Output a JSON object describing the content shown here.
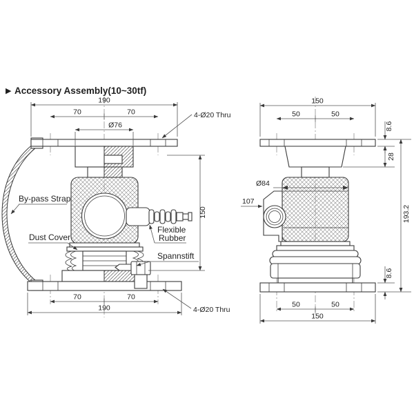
{
  "title": {
    "marker": "▶",
    "text": "Accessory Assembly(10~30tf)"
  },
  "colors": {
    "line": "#3a3a3a",
    "dim_line": "#555555",
    "text": "#1f1f1f",
    "background": "#ffffff",
    "knurl": "#8c8c8c"
  },
  "left_view": {
    "view_name": "side-section-view",
    "dims": {
      "top_width": "190",
      "top_left": "70",
      "top_right": "70",
      "neck_dia": "Ø76",
      "holes_top": "4-Ø20 Thru",
      "height": "150",
      "bottom_left": "70",
      "bottom_right": "70",
      "bottom_width": "190",
      "holes_bottom": "4-Ø20 Thru"
    },
    "labels": {
      "strap": "By-pass Strap",
      "dust_cover": "Dust Cover",
      "flexible_1": "Flexible",
      "flexible_2": "Rubber",
      "pin": "Spannstift"
    }
  },
  "right_view": {
    "view_name": "front-view",
    "dims": {
      "top_width": "150",
      "top_left": "50",
      "top_right": "50",
      "plate_top": "8.6",
      "block_height": "28",
      "body_dia": "Ø84",
      "connector_height": "107",
      "total_height": "193.2",
      "plate_bottom": "8.6",
      "bottom_left": "50",
      "bottom_right": "50",
      "bottom_width": "150"
    }
  }
}
